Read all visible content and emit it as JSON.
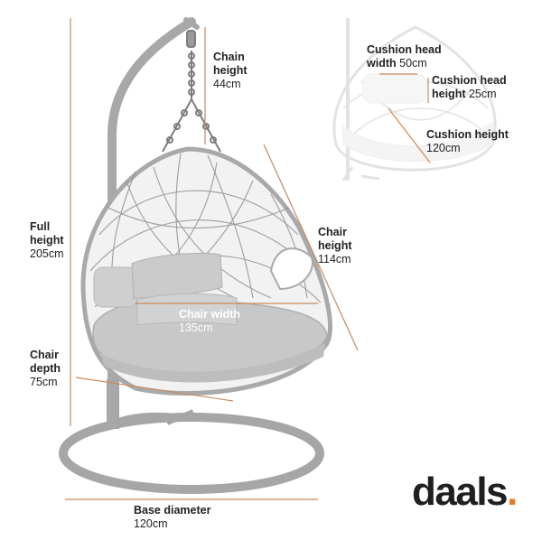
{
  "labels": {
    "chain_height": {
      "name": "Chain height",
      "name_l1": "Chain",
      "name_l2": "height",
      "value": "44cm"
    },
    "full_height": {
      "name_l1": "Full",
      "name_l2": "height",
      "value": "205cm"
    },
    "chair_height": {
      "name_l1": "Chair",
      "name_l2": "height",
      "value": "114cm"
    },
    "chair_width": {
      "name": "Chair width",
      "value": "135cm"
    },
    "chair_depth": {
      "name_l1": "Chair",
      "name_l2": "depth",
      "value": "75cm"
    },
    "base_diameter": {
      "name": "Base diameter",
      "value": "120cm"
    },
    "cushion_head_width": {
      "name": "Cushion head",
      "name_l2": "width",
      "value": "50cm"
    },
    "cushion_head_height": {
      "name": "Cushion head",
      "name_l2": "height",
      "value": "25cm"
    },
    "cushion_height": {
      "name": "Cushion height",
      "value": "120cm"
    }
  },
  "brand": {
    "text": "daals",
    "dot": "."
  },
  "colors": {
    "dimension_line": "#c9895a",
    "brand_accent": "#e07b2a",
    "frame": "#a9a9a9",
    "cushion": "#c4c4c4"
  }
}
